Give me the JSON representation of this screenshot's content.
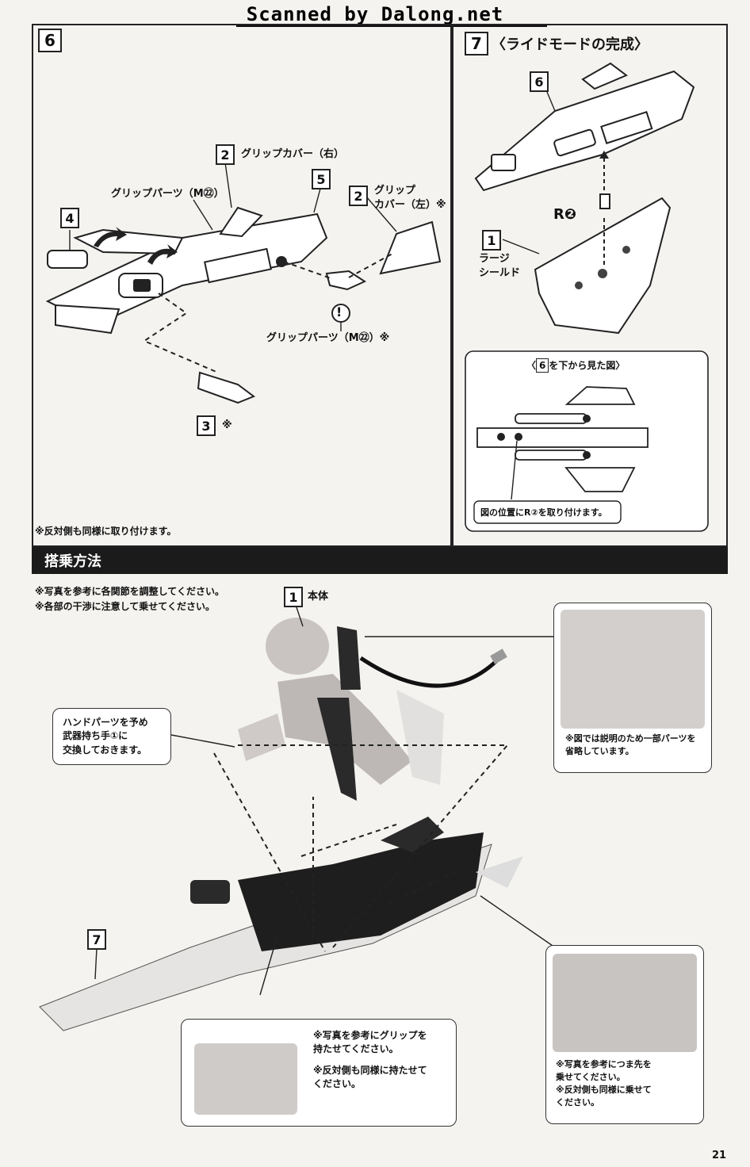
{
  "header": {
    "watermark": "Scanned by Dalong.net"
  },
  "step6": {
    "number": "6",
    "parts": [
      {
        "num": "2",
        "label": "グリップカバー（右）"
      },
      {
        "num": "5",
        "label": ""
      },
      {
        "num": "4",
        "label": ""
      },
      {
        "num": "2",
        "label": "グリップ\nカバー（左）※"
      },
      {
        "num": "3",
        "label": "※"
      }
    ],
    "grip_parts_label": "グリップパーツ（M㉒）",
    "grip_parts_label_2": "グリップパーツ（M㉒）※",
    "attention_mark": "!",
    "footnote": "※反対側も同様に取り付けます。"
  },
  "step7": {
    "number": "7",
    "title": "〈ライドモードの完成〉",
    "ref_step": "6",
    "part_r2": "R❷",
    "large_shield": {
      "num": "1",
      "label": "ラージ\nシールド"
    },
    "inset": {
      "title_prefix": "〈",
      "title_num": "6",
      "title_suffix": "を下から見た図〉",
      "caption": "図の位置にR②を取り付けます。"
    }
  },
  "boarding": {
    "title": "搭乗方法",
    "notes": [
      "※写真を参考に各関節を調整してください。",
      "※各部の干渉に注意して乗せてください。"
    ],
    "body_part": {
      "num": "1",
      "label": "本体"
    },
    "hand_note": "ハンドパーツを予め\n武器持ち手①に\n交換しておきます。",
    "omit_note": "※図では説明のため一部パーツを\n省略しています。",
    "vehicle_part": {
      "num": "7"
    },
    "grip_note_1": "※写真を参考にグリップを\n持たせてください。",
    "grip_note_2": "※反対側も同様に持たせて\nください。",
    "toe_note_1": "※写真を参考につま先を\n乗せてください。",
    "toe_note_2": "※反対側も同様に乗せて\nください。"
  },
  "footer": {
    "page_number": "21"
  }
}
